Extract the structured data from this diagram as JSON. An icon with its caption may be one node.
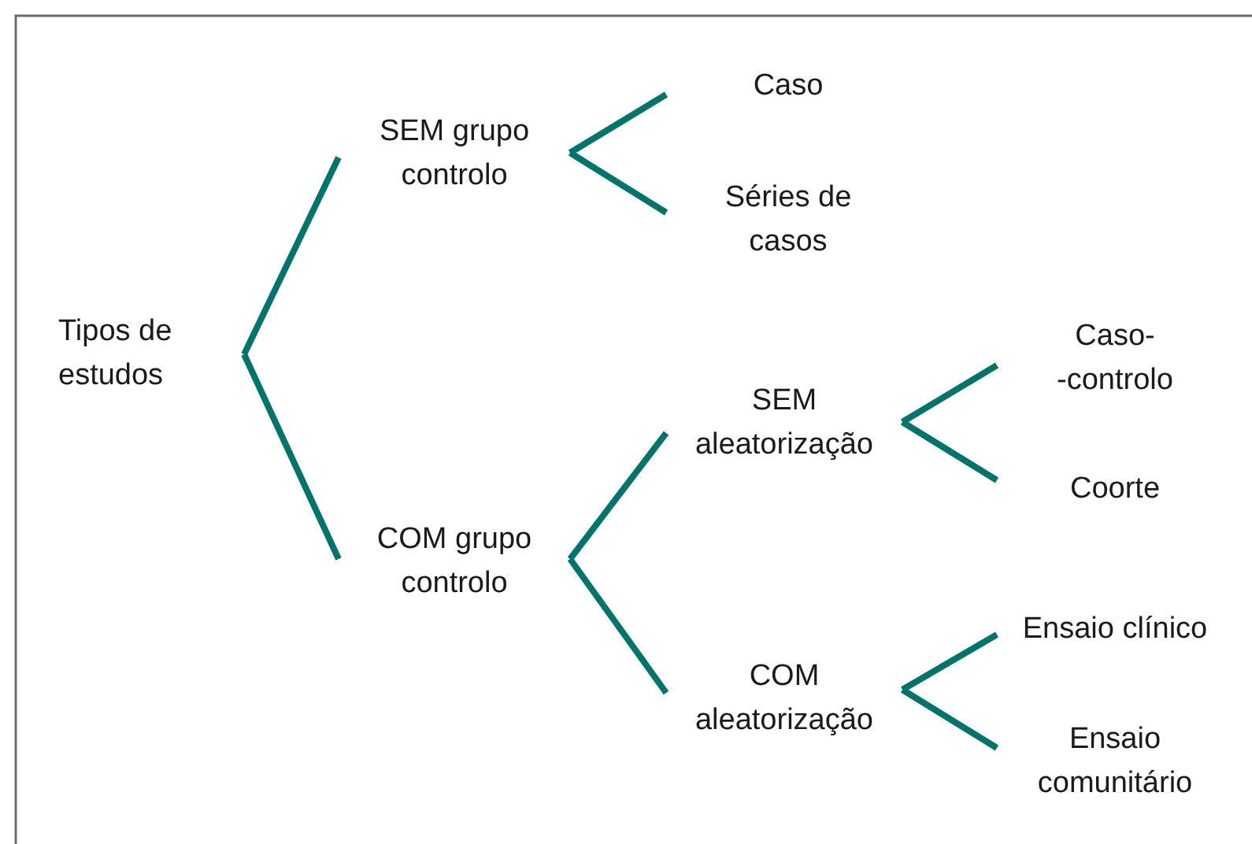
{
  "diagram": {
    "nodes": [
      {
        "text": [
          "Tipos de estudos"
        ]
      },
      {
        "text": [
          "SEM grupo controlo"
        ]
      },
      {
        "text": [
          "COM grupo controlo"
        ]
      },
      {
        "text": [
          "Caso"
        ]
      },
      {
        "text": [
          "Séries de casos"
        ]
      },
      {
        "text": [
          "SEM aleatorização"
        ]
      },
      {
        "text": [
          "COM aleatorização"
        ]
      },
      {
        "text": [
          "Caso- -controlo"
        ]
      },
      {
        "text": [
          "Coorte"
        ]
      },
      {
        "text": [
          "Ensaio clínico"
        ]
      },
      {
        "text": [
          "Ensaio comunitário"
        ]
      }
    ],
    "edges": [
      {
        "from": 0,
        "to": 1,
        "arrow": "none"
      },
      {
        "from": 0,
        "to": 2,
        "arrow": "none"
      },
      {
        "from": 1,
        "to": 3,
        "arrow": "none"
      },
      {
        "from": 1,
        "to": 4,
        "arrow": "none"
      },
      {
        "from": 2,
        "to": 5,
        "arrow": "none"
      },
      {
        "from": 2,
        "to": 6,
        "arrow": "none"
      },
      {
        "from": 5,
        "to": 7,
        "arrow": "none"
      },
      {
        "from": 5,
        "to": 8,
        "arrow": "none"
      },
      {
        "from": 6,
        "to": 9,
        "arrow": "none"
      },
      {
        "from": 6,
        "to": 10,
        "arrow": "none"
      }
    ]
  }
}
